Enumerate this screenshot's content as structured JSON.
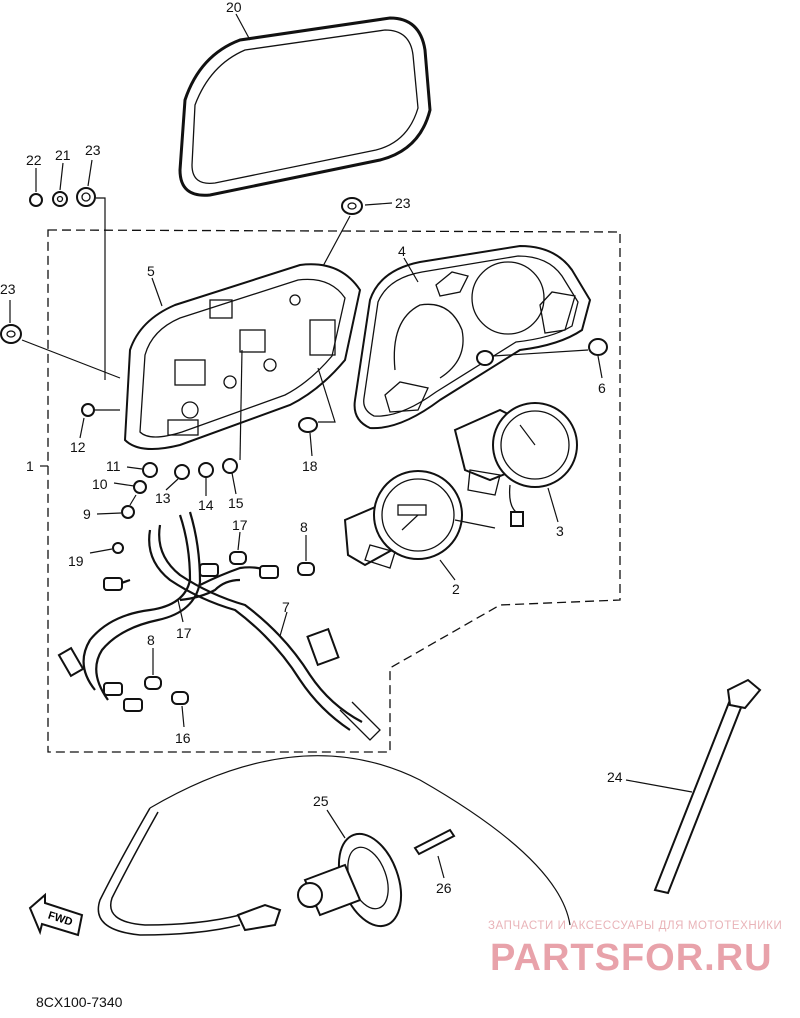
{
  "diagram_code": "8CX100-7340",
  "direction_label": "FWD",
  "watermark": {
    "tagline": "ЗАПЧАСТИ И АКСЕССУАРЫ ДЛЯ МОТОТЕХНИКИ",
    "brand": "PARTSFOR.RU"
  },
  "callouts": [
    {
      "id": "c20",
      "label": "20"
    },
    {
      "id": "c22",
      "label": "22"
    },
    {
      "id": "c21",
      "label": "21"
    },
    {
      "id": "c23a",
      "label": "23"
    },
    {
      "id": "c23b",
      "label": "23"
    },
    {
      "id": "c23c",
      "label": "23"
    },
    {
      "id": "c5",
      "label": "5"
    },
    {
      "id": "c4",
      "label": "4"
    },
    {
      "id": "c6",
      "label": "6"
    },
    {
      "id": "c1",
      "label": "1"
    },
    {
      "id": "c12",
      "label": "12"
    },
    {
      "id": "c11",
      "label": "11"
    },
    {
      "id": "c10",
      "label": "10"
    },
    {
      "id": "c13",
      "label": "13"
    },
    {
      "id": "c14",
      "label": "14"
    },
    {
      "id": "c15",
      "label": "15"
    },
    {
      "id": "c18",
      "label": "18"
    },
    {
      "id": "c9",
      "label": "9"
    },
    {
      "id": "c3",
      "label": "3"
    },
    {
      "id": "c17a",
      "label": "17"
    },
    {
      "id": "c8a",
      "label": "8"
    },
    {
      "id": "c19",
      "label": "19"
    },
    {
      "id": "c2",
      "label": "2"
    },
    {
      "id": "c7",
      "label": "7"
    },
    {
      "id": "c17b",
      "label": "17"
    },
    {
      "id": "c8b",
      "label": "8"
    },
    {
      "id": "c16",
      "label": "16"
    },
    {
      "id": "c24",
      "label": "24"
    },
    {
      "id": "c25",
      "label": "25"
    },
    {
      "id": "c26",
      "label": "26"
    }
  ]
}
